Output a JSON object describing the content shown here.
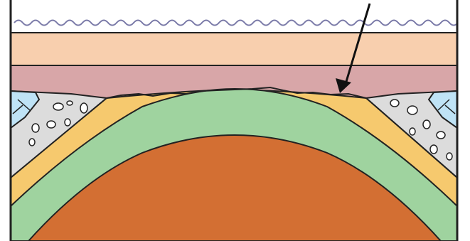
{
  "diagram": {
    "kind": "geologic-cross-section",
    "description_visible_text": "",
    "layers": [
      {
        "id": "water",
        "color": "#ffffff"
      },
      {
        "id": "upper-sediment",
        "color": "#f8cfae"
      },
      {
        "id": "pink-sediment",
        "color": "#d8a6a8"
      },
      {
        "id": "yellow-stratum",
        "color": "#f6c96e"
      },
      {
        "id": "green-stratum",
        "color": "#9fd39f"
      },
      {
        "id": "orange-core",
        "color": "#d36f33"
      },
      {
        "id": "gravel-wedge",
        "color": "#dcdcdc"
      },
      {
        "id": "blue-blocks",
        "color": "#bfe3f6"
      }
    ],
    "has_arrow": true
  }
}
